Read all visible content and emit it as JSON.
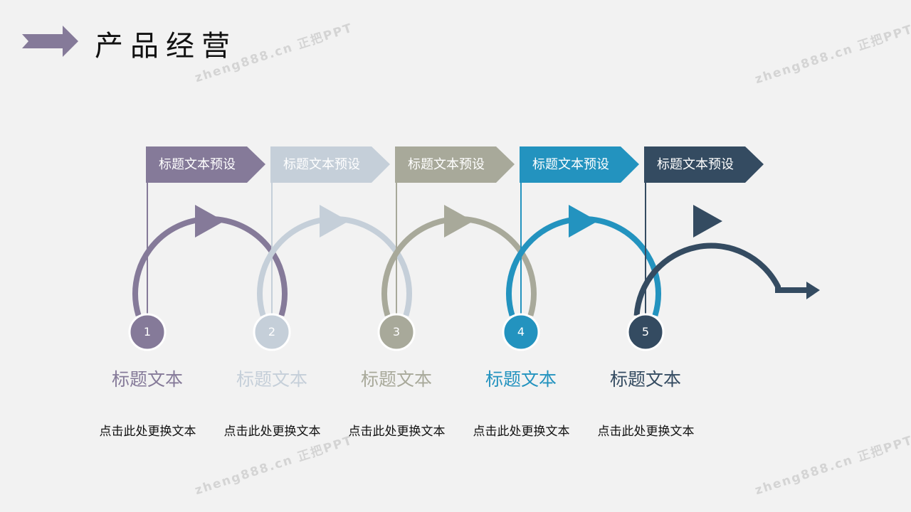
{
  "title": "产品经营",
  "watermark": "zheng888.cn 正把PPT",
  "steps": [
    {
      "number": "1",
      "flag": "标题文本预设",
      "title": "标题文本",
      "desc": "点击此处更换文本",
      "color": "#857a99"
    },
    {
      "number": "2",
      "flag": "标题文本预设",
      "title": "标题文本",
      "desc": "点击此处更换文本",
      "color": "#c5cfd9"
    },
    {
      "number": "3",
      "flag": "标题文本预设",
      "title": "标题文本",
      "desc": "点击此处更换文本",
      "color": "#a8a99a"
    },
    {
      "number": "4",
      "flag": "标题文本预设",
      "title": "标题文本",
      "desc": "点击此处更换文本",
      "color": "#2393bf"
    },
    {
      "number": "5",
      "flag": "标题文本预设",
      "title": "标题文本",
      "desc": "点击此处更换文本",
      "color": "#344b61"
    }
  ]
}
